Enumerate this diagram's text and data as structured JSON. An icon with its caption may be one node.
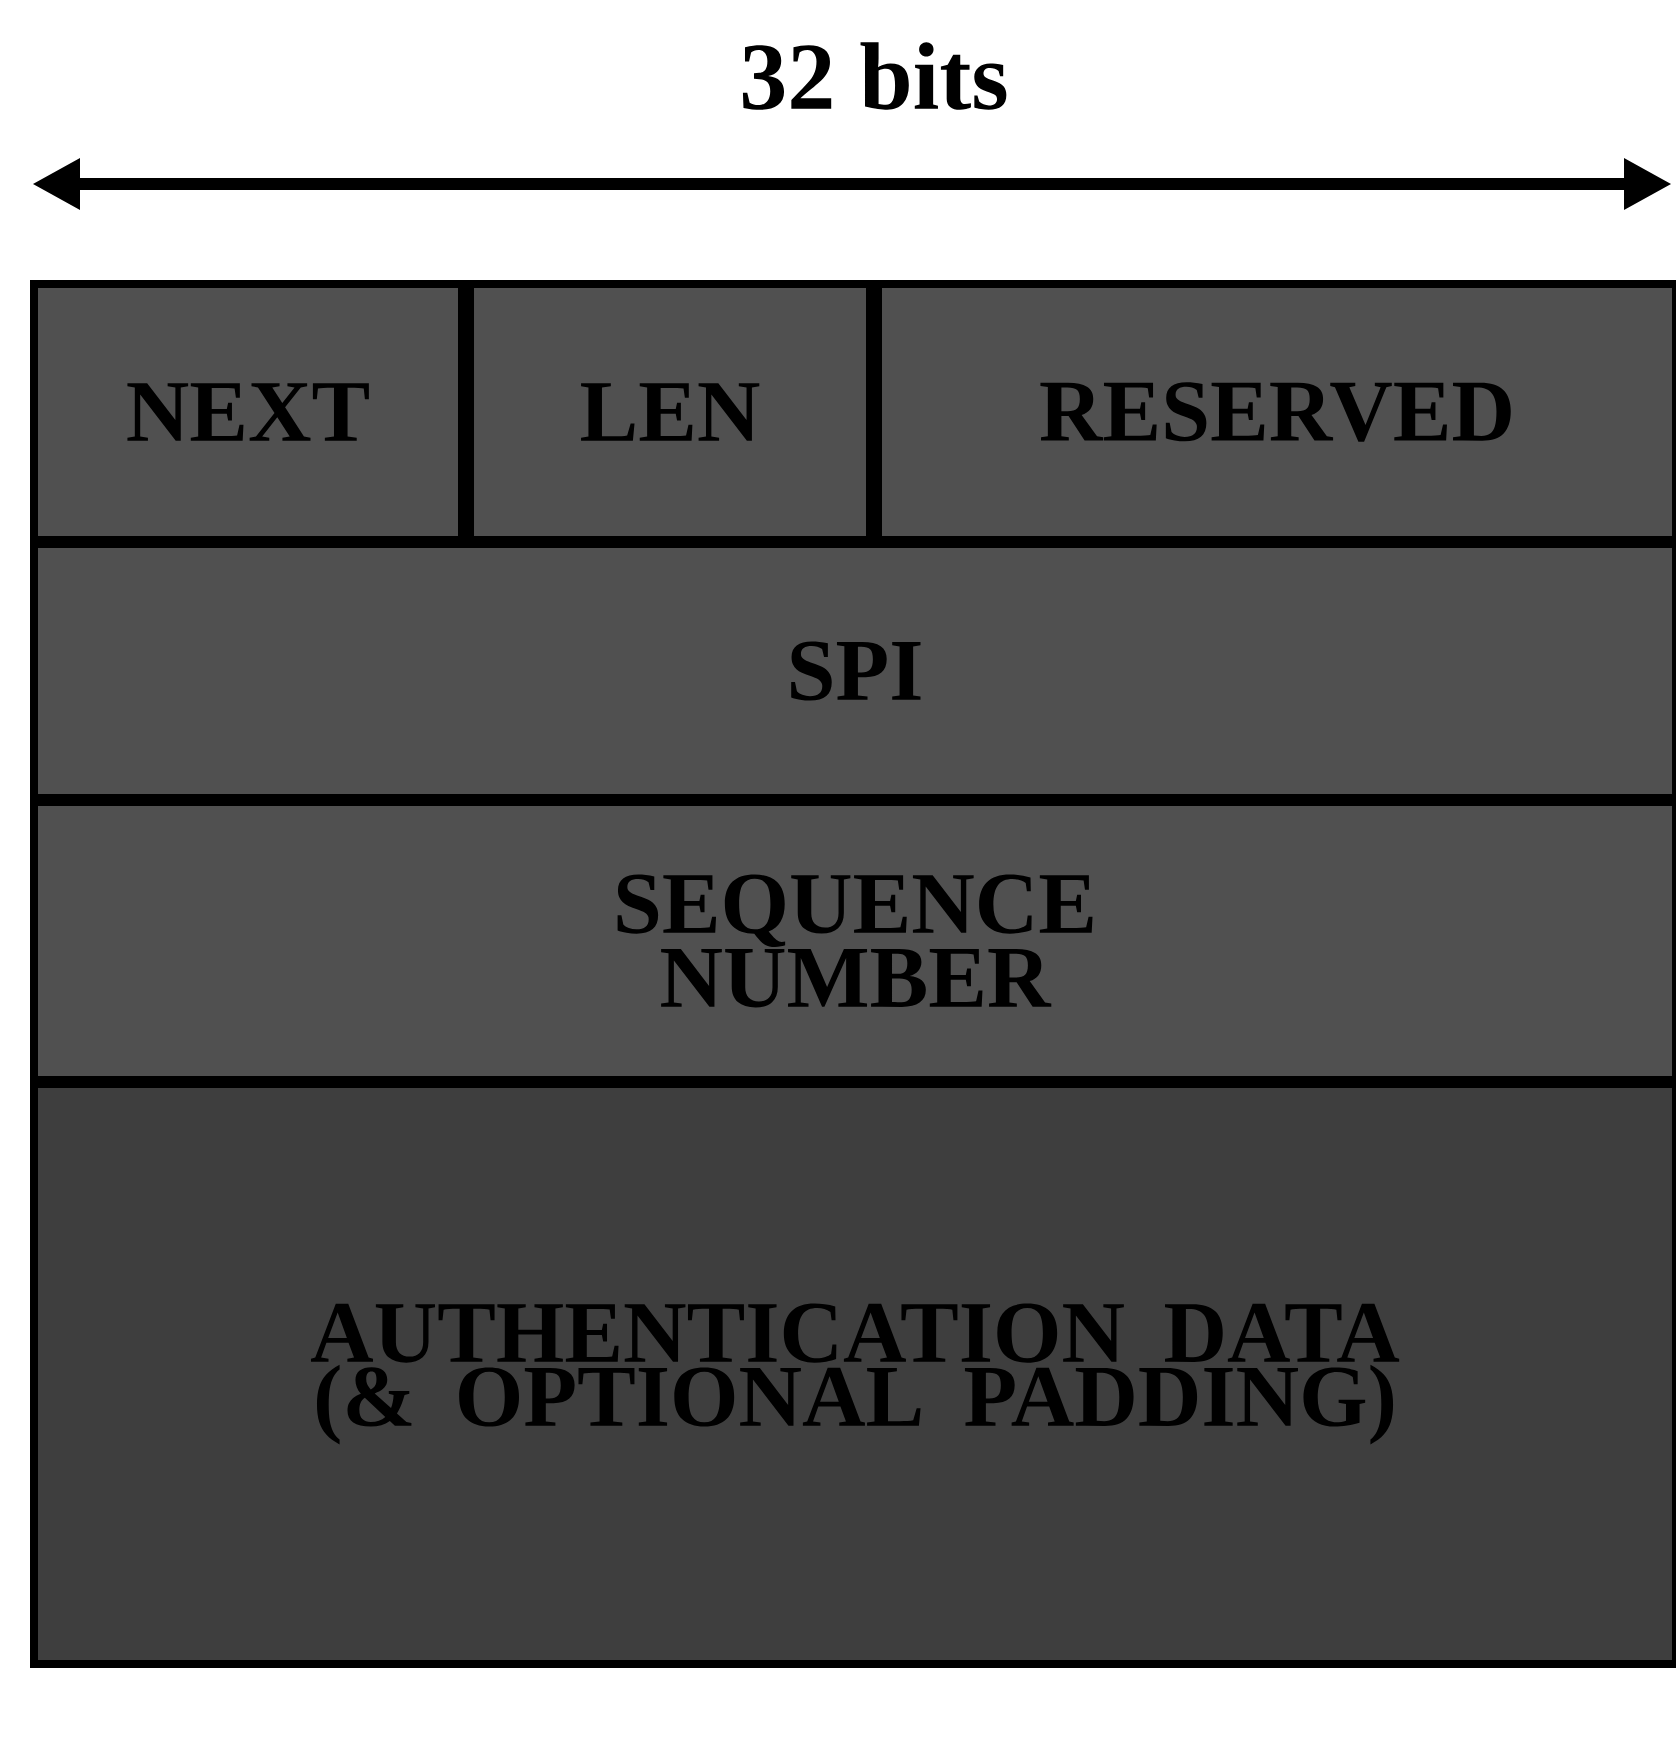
{
  "diagram": {
    "nodes": [
      {
        "text": [
          "NEXT"
        ]
      },
      {
        "text": [
          "LEN"
        ]
      },
      {
        "text": [
          "RESERVED"
        ]
      },
      {
        "text": [
          "SPI"
        ]
      },
      {
        "text": [
          "SEQUENCE NUMBER"
        ]
      },
      {
        "text": [
          "AUTHENTICATION DATA (& OPTIONAL PADDING)"
        ]
      }
    ],
    "labels": [
      "32 bits"
    ]
  }
}
